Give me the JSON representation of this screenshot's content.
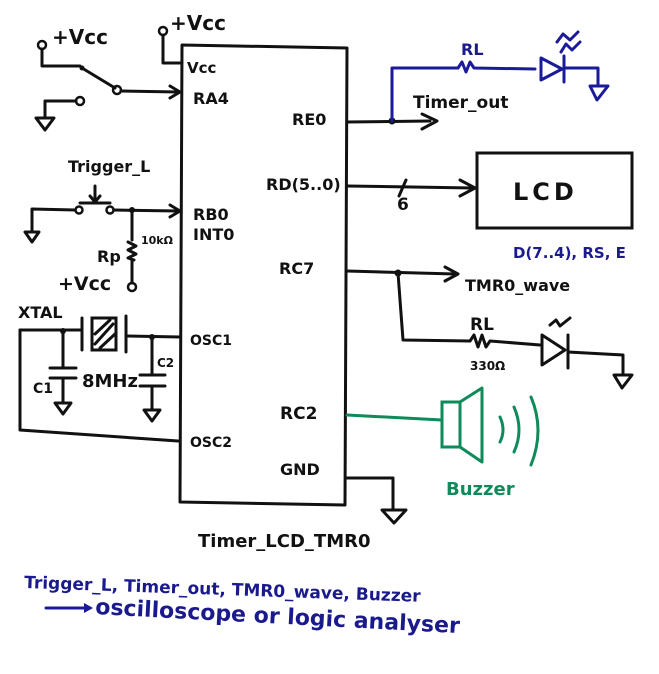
{
  "chip": {
    "name": "Timer_LCD_TMR0",
    "left_pins": {
      "vcc": "Vcc",
      "ra4": "RA4",
      "rb0": "RB0",
      "int0": "INT0",
      "osc1": "OSC1",
      "osc2": "OSC2"
    },
    "right_pins": {
      "re0": "RE0",
      "rd": "RD(5..0)",
      "rc7": "RC7",
      "rc2": "RC2",
      "gnd": "GND"
    }
  },
  "supply": {
    "vcc_label": "+Vcc"
  },
  "trigger": {
    "label": "Trigger_L",
    "pullup_label": "Rp",
    "pullup_value": "10kΩ"
  },
  "oscillator": {
    "xtal_label": "XTAL",
    "frequency": "8MHz",
    "c1_label": "C1",
    "c2_label": "C2"
  },
  "outputs": {
    "timer_out": {
      "label": "Timer_out",
      "resistor": "RL"
    },
    "lcd": {
      "label": "LCD",
      "bus_width": "6",
      "bus_signals": "D(7..4), RS, E"
    },
    "tmr0_wave": {
      "label": "TMR0_wave",
      "resistor": "RL",
      "resistor_value": "330Ω"
    },
    "buzzer": {
      "label": "Buzzer"
    }
  },
  "notes": {
    "line1": "Trigger_L, Timer_out, TMR0_wave, Buzzer",
    "line2": "oscilloscope or logic analyser"
  },
  "colors": {
    "ink": "#111111",
    "blue_ink": "#1a1a9a",
    "green_ink": "#0f8a5a"
  }
}
